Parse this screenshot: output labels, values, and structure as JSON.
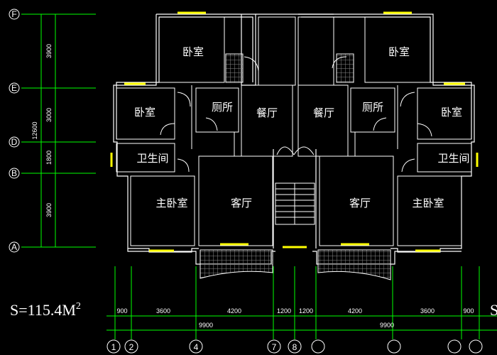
{
  "colors": {
    "background": "#000000",
    "walls": "#ffffff",
    "dimension_lines": "#00ff00",
    "windows": "#ffff00",
    "hatch": "#808080",
    "door_arcs": "#ffffff"
  },
  "area_label": "S=115.4M",
  "area_superscript": "2",
  "area_label_right": "S",
  "left_axes": [
    {
      "name": "F",
      "label": "F"
    },
    {
      "name": "E",
      "label": "E"
    },
    {
      "name": "D",
      "label": "D"
    },
    {
      "name": "B",
      "label": "B"
    },
    {
      "name": "A",
      "label": "A"
    }
  ],
  "left_dims": [
    "3900",
    "3000",
    "1800",
    "3900"
  ],
  "left_total": "12600",
  "bottom_dims": [
    "900",
    "3600",
    "4200",
    "1200",
    "1200",
    "4200",
    "3600",
    "900"
  ],
  "bottom_totals": [
    "9900",
    "9900"
  ],
  "bottom_axes": [
    "1",
    "2",
    "4",
    "7",
    "8"
  ],
  "rooms": {
    "bedroom_top_left": "卧室",
    "bedroom_top_right": "卧室",
    "bedroom_mid_left": "卧室",
    "bedroom_mid_right": "卧室",
    "toilet_left": "厕所",
    "toilet_right": "厕所",
    "dining_left": "餐厅",
    "dining_right": "餐厅",
    "bathroom_left": "卫生间",
    "bathroom_right": "卫生间",
    "master_left": "主卧室",
    "master_right": "主卧室",
    "living_left": "客厅",
    "living_right": "客厅"
  }
}
